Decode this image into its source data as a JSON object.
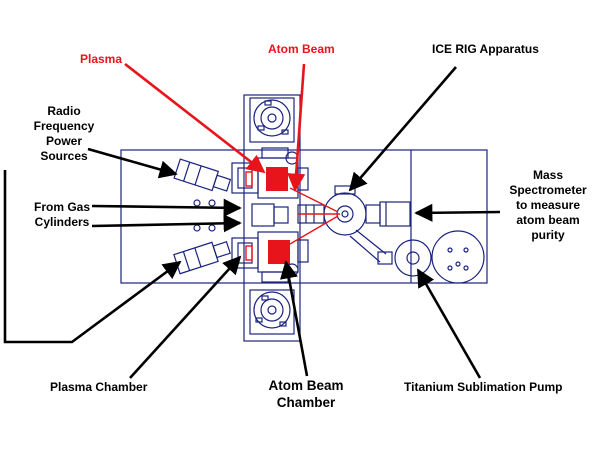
{
  "colors": {
    "outline": "#1a237e",
    "highlight": "#e8141b",
    "label": "#000000",
    "background": "#ffffff"
  },
  "labels": {
    "plasma": "Plasma",
    "atom_beam": "Atom Beam",
    "ice_rig": "ICE RIG Apparatus",
    "rf_line1": "Radio",
    "rf_line2": "Frequency",
    "rf_line3": "Power",
    "rf_line4": "Sources",
    "gas_line1": "From Gas",
    "gas_line2": "Cylinders",
    "mass_line1": "Mass",
    "mass_line2": "Spectrometer",
    "mass_line3": "to measure",
    "mass_line4": "atom beam",
    "mass_line5": "purity",
    "plasma_chamber": "Plasma Chamber",
    "abc_line1": "Atom Beam",
    "abc_line2": "Chamber",
    "tsp": "Titanium Sublimation Pump"
  }
}
